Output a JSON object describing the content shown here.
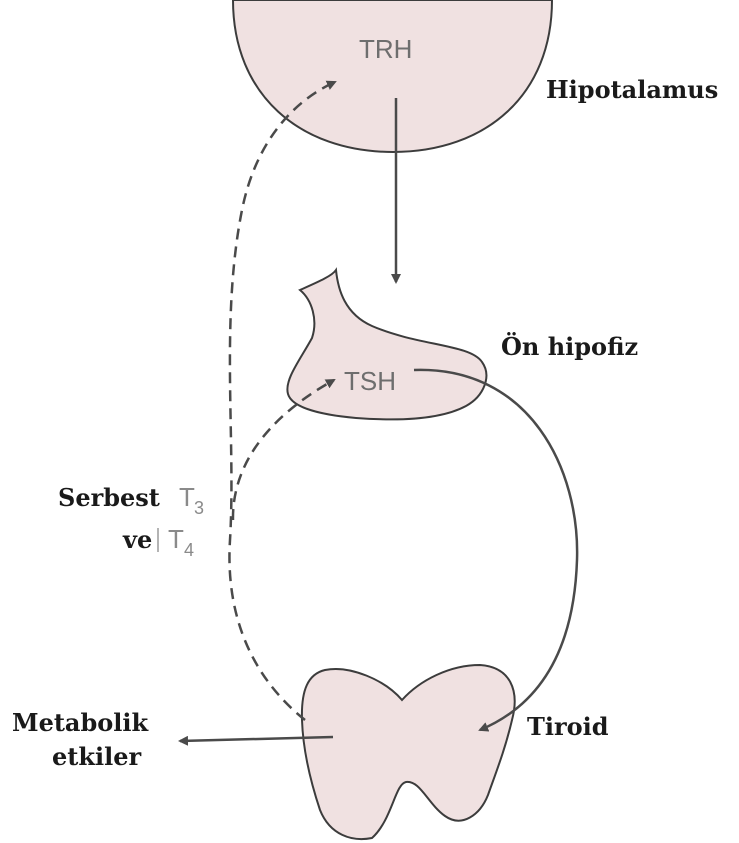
{
  "diagram": {
    "hypothalamus": {
      "hormone": "TRH",
      "label": "Hipotalamus"
    },
    "anterior_pituitary": {
      "hormone": "TSH",
      "label": "Ön hipofiz"
    },
    "thyroid": {
      "label": "Tiroid"
    },
    "feedback": {
      "line1_word": "Serbest",
      "line1_hormone": "T",
      "line1_sub": "3",
      "line2_word": "ve",
      "line2_hormone": "T",
      "line2_sub": "4"
    },
    "effects": {
      "line1": "Metabolik",
      "line2": "etkiler"
    }
  },
  "colors": {
    "organ_fill": "#f0e1e1",
    "organ_stroke": "#3c3c3c",
    "arrow": "#4a4a4a"
  }
}
